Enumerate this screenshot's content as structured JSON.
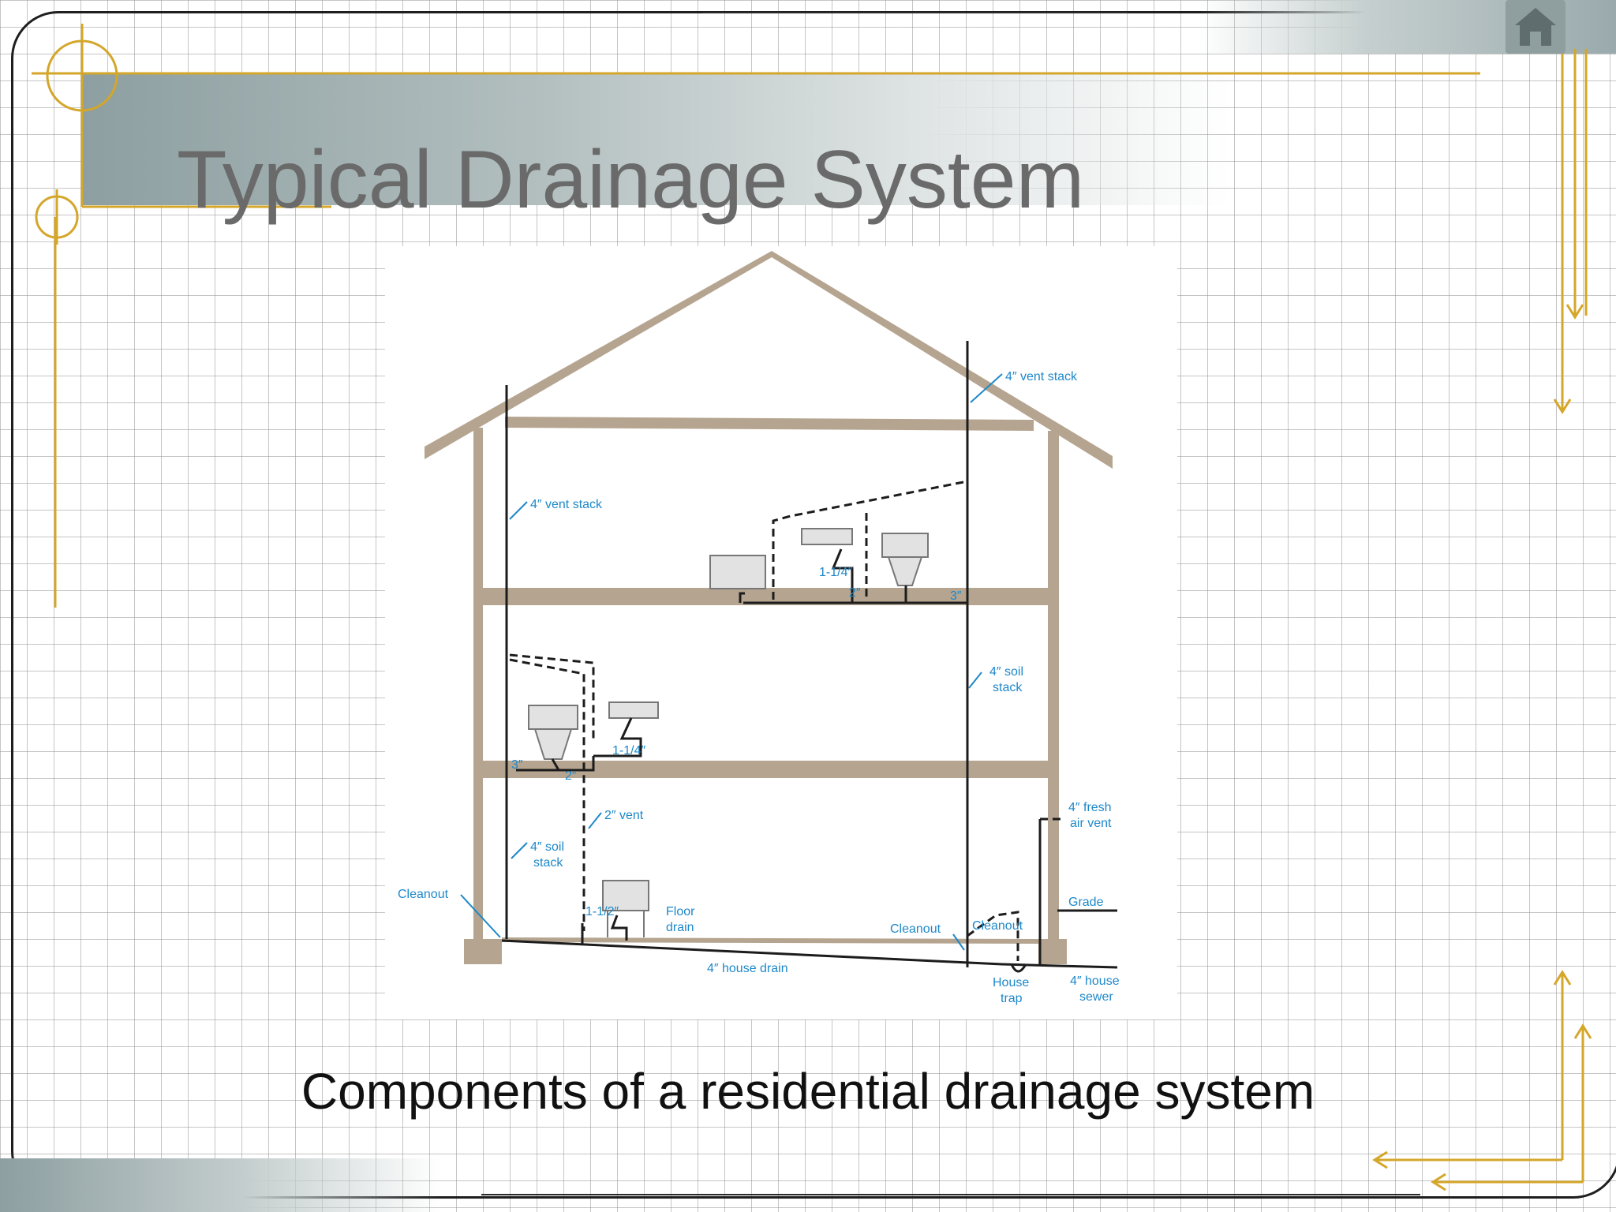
{
  "slide": {
    "title": "Typical Drainage System",
    "caption": "Components of a residential drainage system"
  },
  "colors": {
    "structure": "#b5a590",
    "pipe": "#1c1c1c",
    "label": "#1e88c9",
    "accent_gold": "#d4a62a",
    "title_text": "#6a6a6a"
  },
  "diagram": {
    "labels": {
      "vent_stack_top": "4″ vent stack",
      "vent_stack_left": "4″ vent stack",
      "pipe_upper_sink": "1-1/4″",
      "pipe_upper_2": "2″",
      "pipe_upper_3": "3″",
      "soil_stack_right_1": "4″ soil",
      "soil_stack_right_2": "stack",
      "pipe_middle_sink": "1-1/4″",
      "pipe_middle_3": "3″",
      "pipe_middle_2": "2″",
      "vent_2in": "2″ vent",
      "soil_stack_left_1": "4″ soil",
      "soil_stack_left_2": "stack",
      "fresh_air_1": "4″ fresh",
      "fresh_air_2": "air vent",
      "cleanout_left": "Cleanout",
      "pipe_floor_drain": "1-1/2″",
      "floor_drain_1": "Floor",
      "floor_drain_2": "drain",
      "grade": "Grade",
      "cleanout_mid": "Cleanout",
      "cleanout_right": "Cleanout",
      "house_drain": "4″ house drain",
      "house_trap_1": "House",
      "house_trap_2": "trap",
      "house_sewer_1": "4″ house",
      "house_sewer_2": "sewer"
    }
  },
  "nav": {
    "home_icon": "home-icon"
  }
}
